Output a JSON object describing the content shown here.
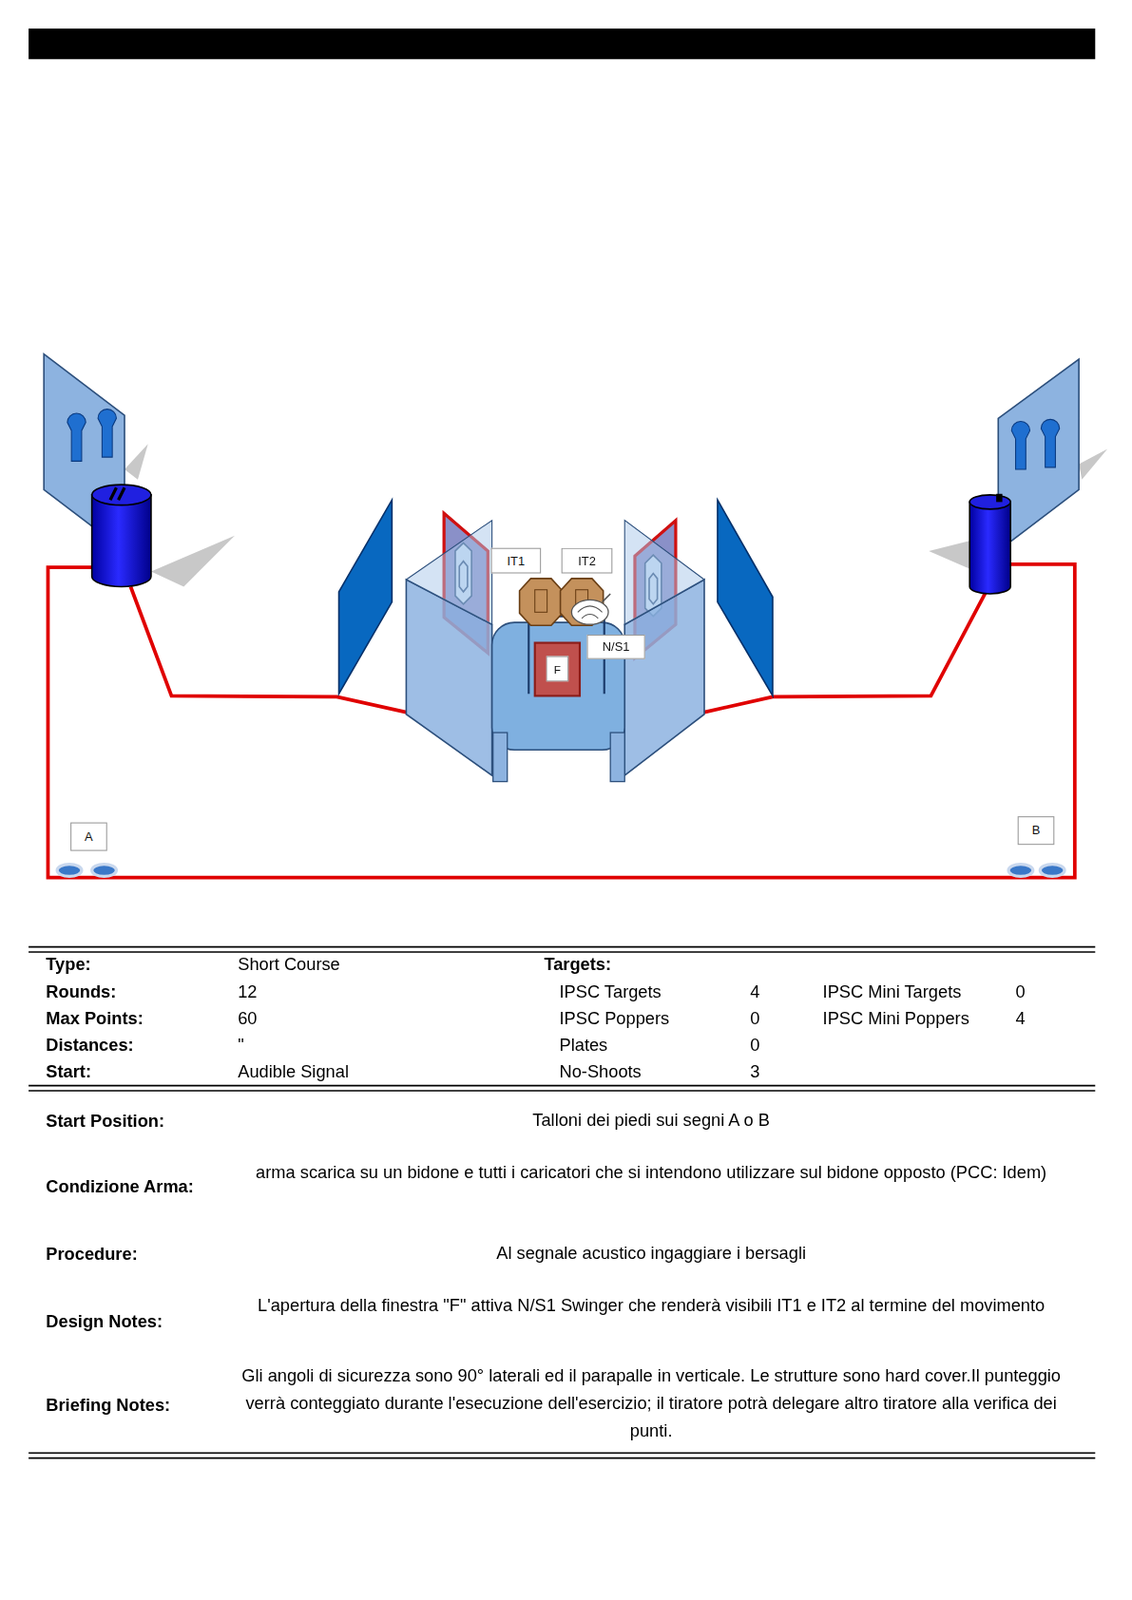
{
  "diagram": {
    "nodes": [
      {
        "text": [
          "IT1"
        ]
      },
      {
        "text": [
          "IT2"
        ]
      },
      {
        "text": [
          "N/S1"
        ]
      },
      {
        "text": [
          "F"
        ]
      },
      {
        "text": [
          "A"
        ]
      },
      {
        "text": [
          "B"
        ]
      }
    ],
    "labels": [
      "Type:",
      "Short Course",
      "Targets:",
      "Rounds:",
      "12",
      "IPSC Targets",
      "4",
      "IPSC Mini Targets",
      "0",
      "Max Points:",
      "60",
      "IPSC Poppers",
      "0",
      "IPSC Mini Poppers",
      "4",
      "Distances:",
      "\"",
      "Plates",
      "0",
      "Start:",
      "Audible Signal",
      "No-Shoots",
      "3",
      "Start Position:",
      "Talloni dei piedi sui segni A o B",
      "Condizione Arma:",
      "arma scarica su un bidone e tutti i caricatori che si intendono utilizzare sul bidone opposto (PCC: Idem)",
      "Procedure:",
      "Al segnale acustico ingaggiare i bersagli",
      "Design Notes:",
      "L'apertura della finestra \"F\" attiva N/S1 Swinger che renderà visibili IT1 e IT2 al termine del movimento",
      "Briefing Notes:",
      "Gli angoli di sicurezza sono 90° laterali ed il parapalle in verticale. Le strutture sono hard cover.Il punteggio verrà conteggiato durante l'esecuzione dell'esercizio; il tiratore potrà delegare altro tiratore alla verifica dei punti."
    ]
  }
}
